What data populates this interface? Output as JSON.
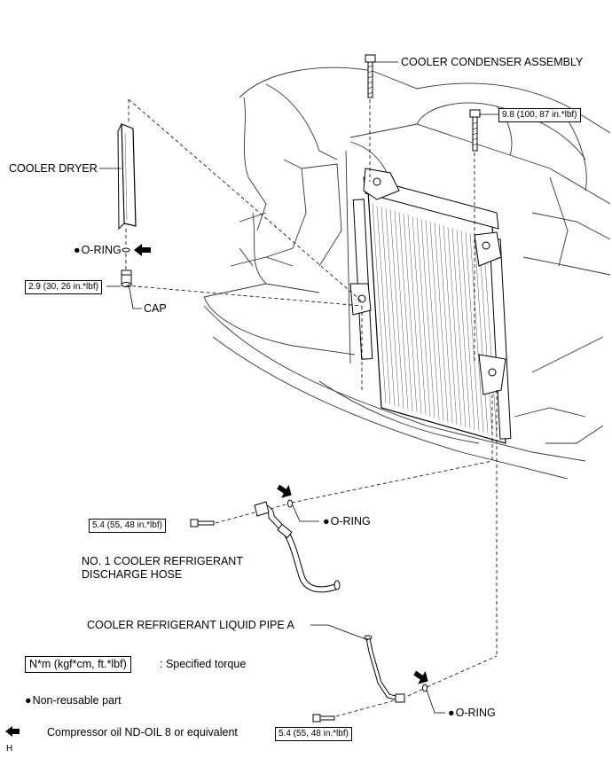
{
  "labels": {
    "condenser": "COOLER CONDENSER ASSEMBLY",
    "dryer": "COOLER DRYER",
    "oring_dryer": "O-RING",
    "cap": "CAP",
    "oring_hose": "O-RING",
    "hose_line1": "NO. 1 COOLER REFRIGERANT",
    "hose_line2": "DISCHARGE HOSE",
    "liquid_pipe": "COOLER REFRIGERANT LIQUID PIPE A",
    "oring_pipe": "O-RING",
    "corner": "H"
  },
  "torques": {
    "condenser_bolt": "9.8 (100, 87 in.*lbf)",
    "cap": "2.9 (30, 26 in.*lbf)",
    "hose_bolt": "5.4 (55, 48 in.*lbf)",
    "pipe_bolt": "5.4 (55, 48 in.*lbf)"
  },
  "legend": {
    "torque_unit": "N*m (kgf*cm, ft.*lbf)",
    "torque_desc": ": Specified torque",
    "nonreusable": "Non-reusable part",
    "oil": "Compressor oil ND-OIL 8 or equivalent"
  },
  "icons": [
    "filled-dot-icon",
    "oil-arrow-icon",
    "bolt-icon"
  ]
}
